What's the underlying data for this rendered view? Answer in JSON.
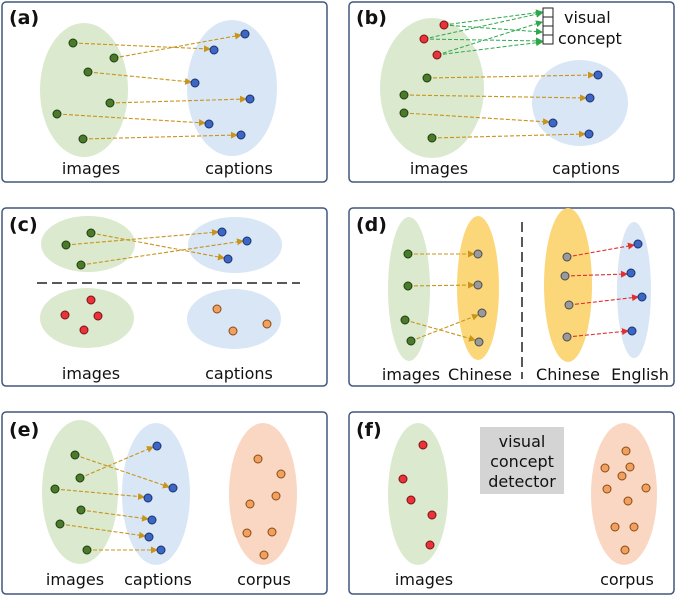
{
  "panels": {
    "a": {
      "label": "(a)",
      "captions": [
        "images",
        "captions"
      ]
    },
    "b": {
      "label": "(b)",
      "captions": [
        "images",
        "captions"
      ],
      "concept_lines": [
        "visual",
        "concept"
      ]
    },
    "c": {
      "label": "(c)",
      "captions": [
        "images",
        "captions"
      ]
    },
    "d": {
      "label": "(d)",
      "captions": [
        "images",
        "Chinese",
        "Chinese",
        "English"
      ]
    },
    "e": {
      "label": "(e)",
      "captions": [
        "images",
        "captions",
        "corpus"
      ]
    },
    "f": {
      "label": "(f)",
      "captions": [
        "images",
        "corpus"
      ],
      "detector_lines": [
        "visual",
        "concept",
        "detector"
      ]
    }
  },
  "colors": {
    "image_region": "#dbe9cf",
    "caption_region": "#d9e6f5",
    "chinese_region": "#fbd77a",
    "corpus_region": "#f9d7c2",
    "detector_box": "#d4d4d4",
    "panel_border": "#41587a",
    "image_node": "#4a7a2a",
    "caption_node": "#3d66c5",
    "concept_node": "#e8333a",
    "corpus_node": "#f0a060",
    "chinese_node": "#9a9a9a",
    "match_arrow": "#c8951a",
    "concept_arrow": "#2aa84a",
    "translate_arrow": "#e03030"
  }
}
